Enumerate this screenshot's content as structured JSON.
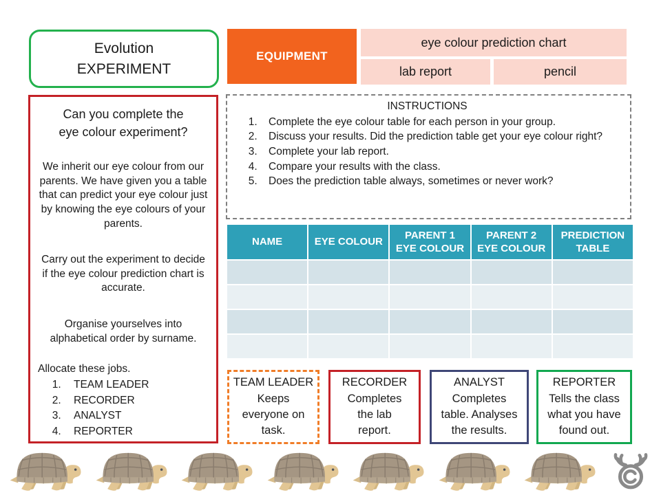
{
  "title_box": {
    "text": "Evolution\nEXPERIMENT"
  },
  "equipment": {
    "label": "EQUIPMENT",
    "item1": "eye colour prediction chart",
    "item2": "lab report",
    "item3": "pencil"
  },
  "question_box": {
    "title": "Can you complete the\neye colour experiment?",
    "p1": "We inherit our eye colour from our parents. We have given you a table that can predict your eye colour just by knowing the eye colours of your parents.",
    "p2": "Carry out the experiment to decide if the eye colour prediction chart is accurate.",
    "p3": "Organise yourselves into alphabetical order by surname.",
    "jobs_intro": "Allocate these jobs.",
    "jobs": [
      "TEAM LEADER",
      "RECORDER",
      "ANALYST",
      "REPORTER"
    ]
  },
  "instructions": {
    "title": "INSTRUCTIONS",
    "steps": [
      "Complete the eye colour table for each person in your group.",
      "Discuss your results. Did the prediction table get your eye colour right?",
      "Complete your lab report.",
      "Compare your results with the class.",
      "Does the prediction table always, sometimes or never work?"
    ]
  },
  "results_table": {
    "headers": [
      "NAME",
      "EYE COLOUR",
      "PARENT 1\nEYE COLOUR",
      "PARENT 2\nEYE COLOUR",
      "PREDICTION\nTABLE"
    ],
    "empty_row_count": 4
  },
  "roles": [
    {
      "name": "TEAM LEADER",
      "desc": "Keeps\neveryone on\ntask.",
      "border_color": "#f07d28",
      "border_style": "dashed"
    },
    {
      "name": "RECORDER",
      "desc": "Completes\nthe lab\nreport.",
      "border_color": "#c42127",
      "border_style": "solid"
    },
    {
      "name": "ANALYST",
      "desc": "Completes\ntable. Analyses\nthe results.",
      "border_color": "#3f4777",
      "border_style": "solid"
    },
    {
      "name": "REPORTER",
      "desc": "Tells the class\nwhat you have\nfound out.",
      "border_color": "#12a850",
      "border_style": "solid"
    }
  ],
  "footer": {
    "turtle_count": 7,
    "logo": "copyright-moose"
  },
  "colors": {
    "title_border_green": "#23b14d",
    "equipment_orange": "#f2631e",
    "equipment_pink": "#fbd7ce",
    "question_border_red": "#c42127",
    "instructions_dash_gray": "#7f7f7f",
    "table_header_teal": "#2ea0b8",
    "table_row_dark": "#d4e2e8",
    "table_row_light": "#e9f0f3",
    "logo_gray": "#8a8a8a"
  }
}
